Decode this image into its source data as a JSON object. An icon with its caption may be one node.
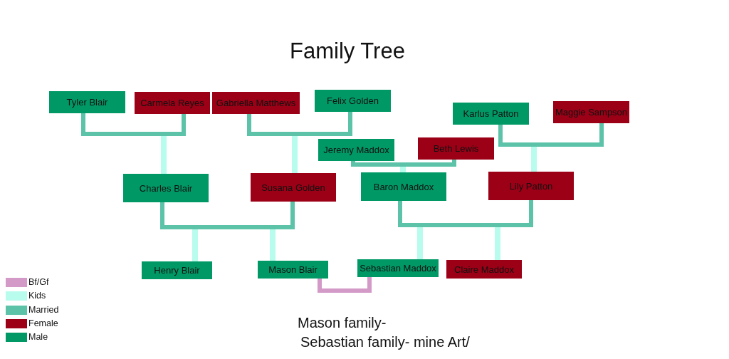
{
  "diagram": {
    "title": "Family Tree",
    "nodes": [
      {
        "text": [
          "Tyler Blair"
        ]
      },
      {
        "text": [
          "Carmela Reyes"
        ]
      },
      {
        "text": [
          "Gabriella Matthews"
        ]
      },
      {
        "text": [
          "Felix Golden"
        ]
      },
      {
        "text": [
          "Karlus Patton"
        ]
      },
      {
        "text": [
          "Maggie Sampson"
        ]
      },
      {
        "text": [
          "Jeremy Maddox"
        ]
      },
      {
        "text": [
          "Beth Lewis"
        ]
      },
      {
        "text": [
          "Charles Blair"
        ]
      },
      {
        "text": [
          "Susana Golden"
        ]
      },
      {
        "text": [
          "Baron Maddox"
        ]
      },
      {
        "text": [
          "Lily Patton"
        ]
      },
      {
        "text": [
          "Henry Blair"
        ]
      },
      {
        "text": [
          "Mason Blair"
        ]
      },
      {
        "text": [
          "Sebastian Maddox"
        ]
      },
      {
        "text": [
          "Claire Maddox"
        ]
      }
    ],
    "edges": [
      {
        "from": 0,
        "to": 8,
        "arrow": "none"
      },
      {
        "from": 1,
        "to": 8,
        "arrow": "none"
      },
      {
        "from": 2,
        "to": 9,
        "arrow": "none"
      },
      {
        "from": 3,
        "to": 9,
        "arrow": "none"
      },
      {
        "from": 6,
        "to": 10,
        "arrow": "none"
      },
      {
        "from": 7,
        "to": 10,
        "arrow": "none"
      },
      {
        "from": 4,
        "to": 11,
        "arrow": "none"
      },
      {
        "from": 5,
        "to": 11,
        "arrow": "none"
      },
      {
        "from": 8,
        "to": 12,
        "arrow": "none"
      },
      {
        "from": 9,
        "to": 12,
        "arrow": "none"
      },
      {
        "from": 8,
        "to": 13,
        "arrow": "none"
      },
      {
        "from": 9,
        "to": 13,
        "arrow": "none"
      },
      {
        "from": 10,
        "to": 14,
        "arrow": "none"
      },
      {
        "from": 11,
        "to": 14,
        "arrow": "none"
      },
      {
        "from": 10,
        "to": 15,
        "arrow": "none"
      },
      {
        "from": 11,
        "to": 15,
        "arrow": "none"
      },
      {
        "from": 0,
        "to": 1,
        "arrow": "none",
        "color": "#5cc3a9"
      },
      {
        "from": 2,
        "to": 3,
        "arrow": "none",
        "color": "#5cc3a9"
      },
      {
        "from": 6,
        "to": 7,
        "arrow": "none",
        "color": "#5cc3a9"
      },
      {
        "from": 4,
        "to": 5,
        "arrow": "none",
        "color": "#5cc3a9"
      },
      {
        "from": 8,
        "to": 9,
        "arrow": "none",
        "color": "#5cc3a9"
      },
      {
        "from": 10,
        "to": 11,
        "arrow": "none",
        "color": "#5cc3a9"
      },
      {
        "from": 13,
        "to": 14,
        "arrow": "none",
        "color": "#d39ac8"
      }
    ],
    "labels": [
      "Mason family-",
      "Sebastian family- mine Art/"
    ],
    "legend": [
      {
        "text": "Bf/Gf",
        "color": "#d39ac8"
      },
      {
        "text": "Kids",
        "color": "#b8fced"
      },
      {
        "text": "Married",
        "color": "#5cc3a9"
      },
      {
        "text": "Female",
        "color": "#9b0016"
      },
      {
        "text": "Male",
        "color": "#009966"
      }
    ]
  }
}
